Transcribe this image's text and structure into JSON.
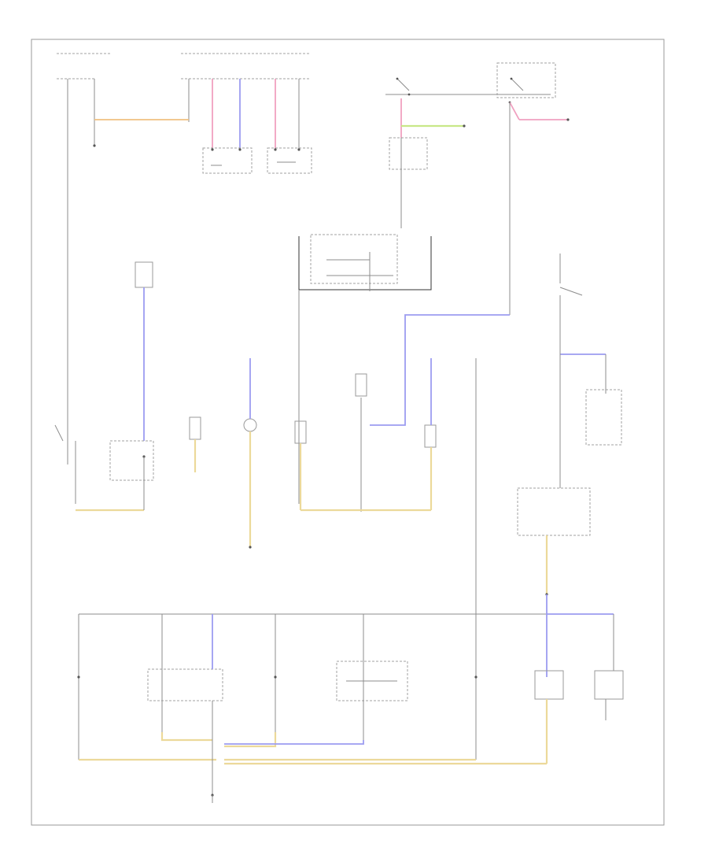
{
  "diagram": {
    "background": "#ffffff",
    "wire_colors": {
      "yellow": "#ecd99a",
      "blue": "#9c9cf0",
      "pink": "#f0a0c0",
      "orange": "#f0c080",
      "green": "#c8e888",
      "black": "#333333"
    },
    "footer_code": "",
    "components": [
      {
        "id": "ecm-top-left",
        "label": ""
      },
      {
        "id": "instrument-cluster-connector",
        "label": ""
      },
      {
        "id": "transmission-control-module",
        "label": ""
      },
      {
        "id": "transmission-relay",
        "label": ""
      },
      {
        "id": "ignition-switch",
        "label": ""
      },
      {
        "id": "light-switch",
        "label": ""
      },
      {
        "id": "fuse-relay-panel",
        "label": ""
      },
      {
        "id": "backup-lamp-switch",
        "label": ""
      },
      {
        "id": "diode",
        "label": ""
      },
      {
        "id": "blower-motor",
        "label": ""
      },
      {
        "id": "selector-lever-switch",
        "label": ""
      },
      {
        "id": "range-selector-switch",
        "label": ""
      },
      {
        "id": "speed-sensor",
        "label": ""
      },
      {
        "id": "cruise-control-module",
        "label": ""
      },
      {
        "id": "lower-left-sensor",
        "label": ""
      },
      {
        "id": "mid-module",
        "label": ""
      },
      {
        "id": "lower-switch",
        "label": ""
      },
      {
        "id": "multi-function-switch",
        "label": ""
      },
      {
        "id": "transmission-sensor-lower",
        "label": ""
      },
      {
        "id": "solenoid-valve",
        "label": ""
      },
      {
        "id": "right-sensor",
        "label": ""
      },
      {
        "id": "ground-point-mid",
        "label": ""
      },
      {
        "id": "ground-point-lower",
        "label": ""
      },
      {
        "id": "ground-point-right",
        "label": ""
      }
    ]
  }
}
